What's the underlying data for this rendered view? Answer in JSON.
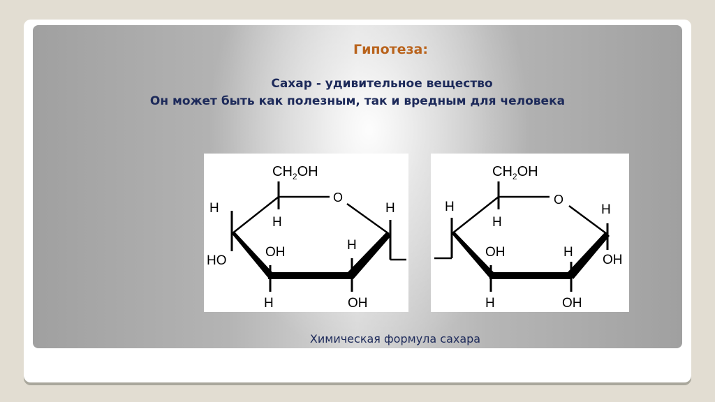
{
  "slide": {
    "title": "Гипотеза:",
    "subtitle_line1": "Сахар - удивительное вещество",
    "subtitle_line2": "Он может быть как полезным, так и вредным для человека",
    "caption": "Химическая формула сахара"
  },
  "colors": {
    "background": "#e2ddd2",
    "title": "#b9631c",
    "subtitle": "#1d2a5a",
    "panel_gray": "#a0a0a0"
  },
  "formulas": {
    "left": {
      "top_group": "CH",
      "top_sub": "2",
      "top_tail": "OH",
      "ring_oxygen": "O",
      "labels": {
        "c5_h": "H",
        "c4_h": "H",
        "c4_oh": "HO",
        "c3_oh": "OH",
        "c3_h": "H",
        "c2_h": "H",
        "c2_oh": "OH",
        "c1_h": "H"
      }
    },
    "right": {
      "top_group": "CH",
      "top_sub": "2",
      "top_tail": "OH",
      "ring_oxygen": "O",
      "labels": {
        "c5_h": "H",
        "c4_h": "H",
        "c3_oh": "OH",
        "c3_h": "H",
        "c2_h": "H",
        "c2_oh": "OH",
        "c1_h": "H",
        "c1_oh": "OH"
      }
    }
  }
}
